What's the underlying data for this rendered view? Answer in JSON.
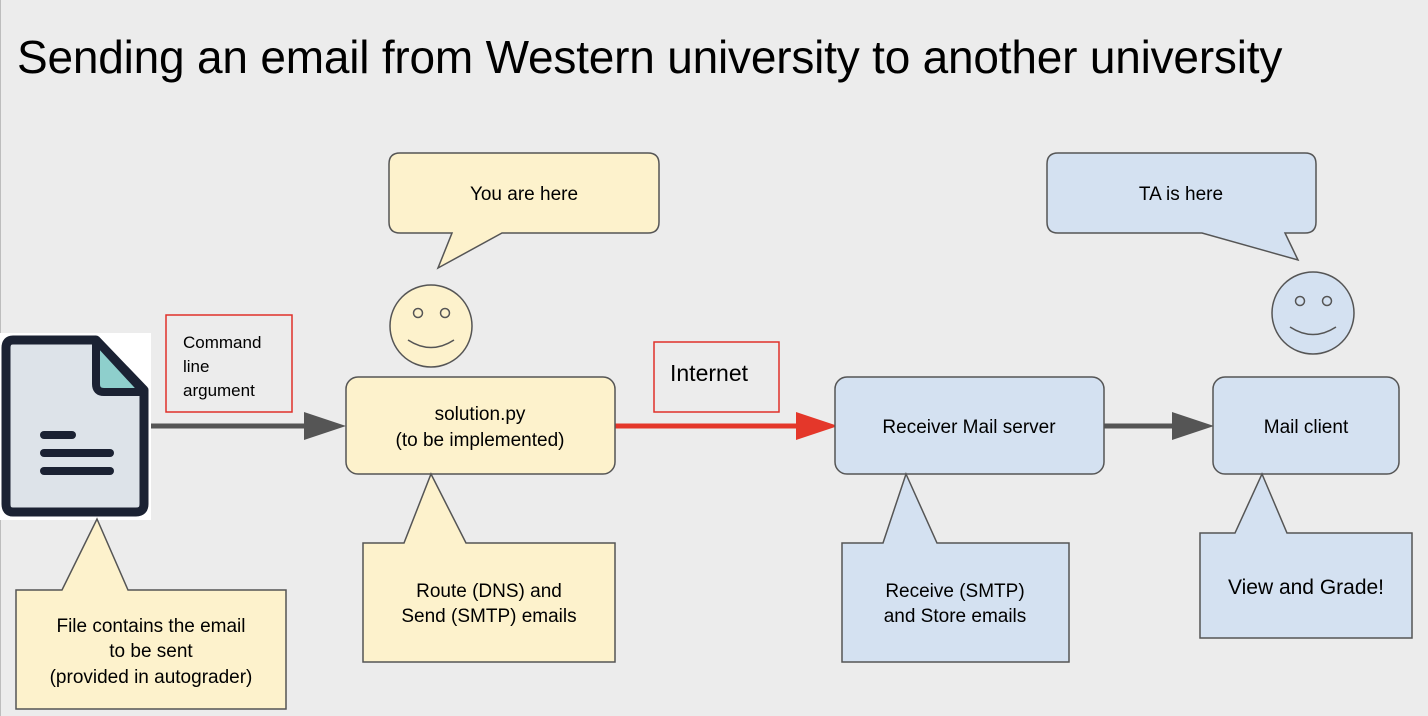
{
  "title": "Sending an email from Western university to another university",
  "colors": {
    "yellow_fill": "#fdf2cc",
    "blue_fill": "#d4e1f1",
    "arrow_gray": "#555555",
    "arrow_red": "#e4372a",
    "label_border_red": "#e0302a",
    "doc_icon_fill": "#dde3e9",
    "doc_icon_corner": "#8ecfcc",
    "doc_icon_stroke": "#1b2233"
  },
  "bubbles": {
    "you_are_here": "You are here",
    "ta_is_here": "TA is here"
  },
  "labels": {
    "command_line": [
      "Command",
      "line",
      "argument"
    ],
    "internet": "Internet"
  },
  "nodes": {
    "solution": [
      "solution.py",
      "(to be implemented)"
    ],
    "receiver": "Receiver Mail server",
    "mail_client": "Mail client"
  },
  "callouts": {
    "file": [
      "File contains the email",
      "to be sent",
      "(provided in autograder)"
    ],
    "route": [
      "Route (DNS) and",
      "Send (SMTP) emails"
    ],
    "receive": [
      "Receive (SMTP)",
      "and Store emails"
    ],
    "view": "View and Grade!"
  },
  "icons": {
    "document": "document-icon",
    "student_face": "smiley-face-icon",
    "ta_face": "smiley-face-icon"
  }
}
